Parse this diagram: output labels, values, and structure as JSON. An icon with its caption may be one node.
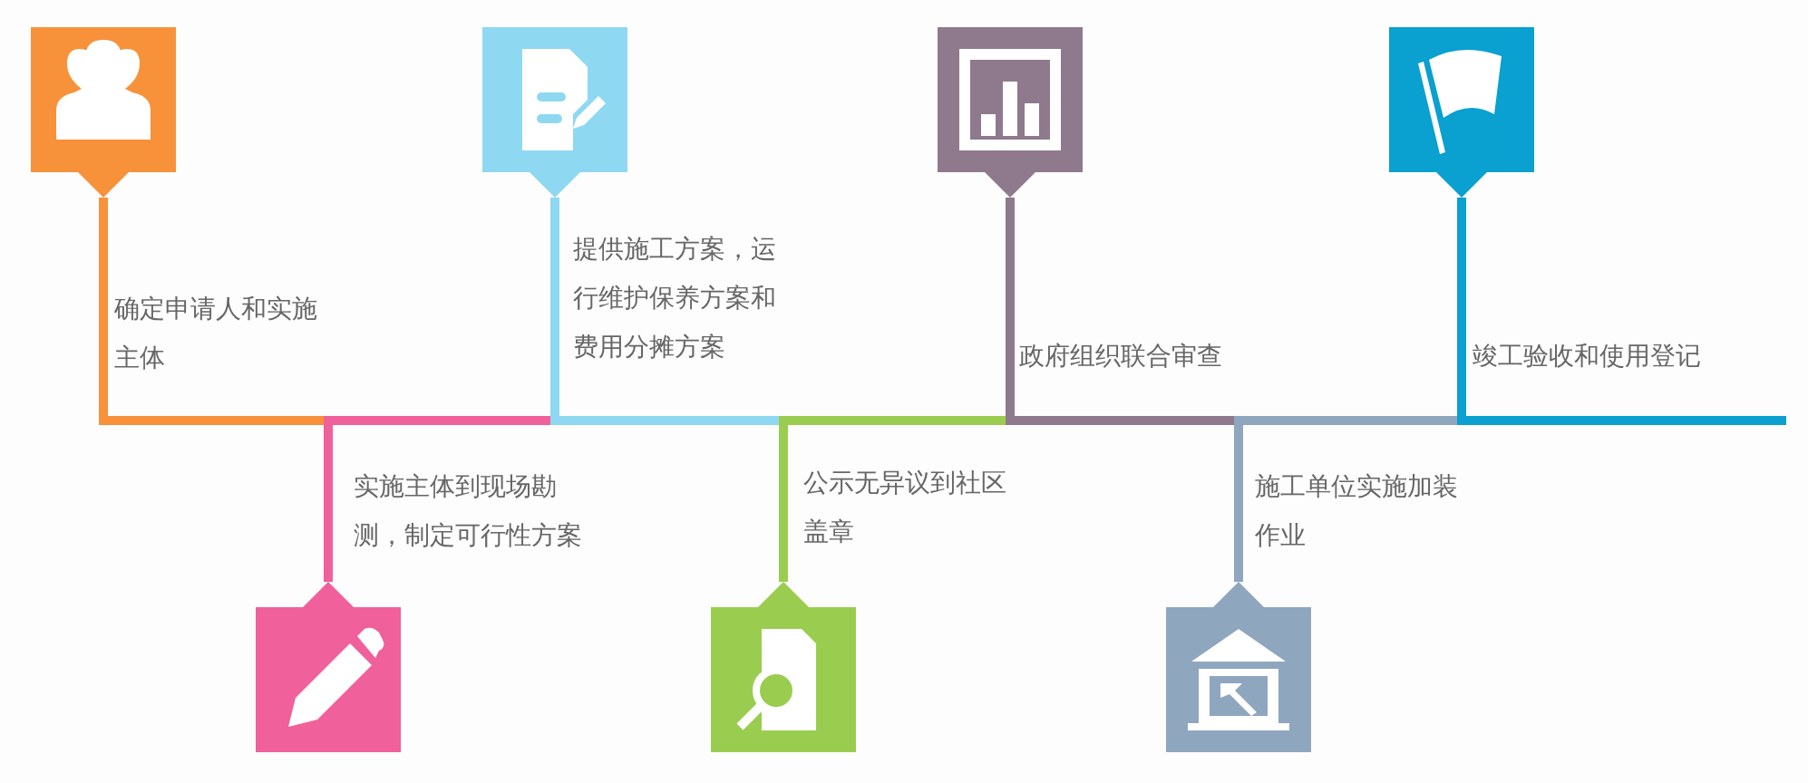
{
  "diagram": {
    "nodes": [
      {
        "text": [],
        "shape": "box",
        "beside": [
          "确定申请人和实施主体"
        ]
      },
      {
        "text": [],
        "shape": "box",
        "beside": [
          "实施主体到现场勘测，制定可行性方案"
        ]
      },
      {
        "text": [],
        "shape": "box",
        "beside": [
          "提供施工方案，运行维护保养方案和费用分摊方案"
        ]
      },
      {
        "text": [],
        "shape": "box",
        "beside": [
          "公示无异议到社区盖章"
        ]
      },
      {
        "text": [],
        "shape": "box"
      },
      {
        "text": [],
        "shape": "box",
        "beside": [
          "施工单位实施加装作业"
        ]
      },
      {
        "text": [],
        "shape": "box"
      }
    ],
    "labels": [
      "政府组织联合审查",
      "竣工验收和使用登记"
    ],
    "edges": [
      {
        "from": 0,
        "to": 1,
        "arrow": "none",
        "color": "#f7923a"
      },
      {
        "from": 1,
        "to": 2,
        "arrow": "none",
        "color": "#f0609b"
      },
      {
        "from": 2,
        "to": 3,
        "arrow": "none",
        "color": "#8fd8f2"
      },
      {
        "from": 3,
        "to": 4,
        "arrow": "none",
        "color": "#9acd4f"
      },
      {
        "from": 4,
        "to": 5,
        "arrow": "none",
        "color": "#8e7a8c"
      },
      {
        "from": 5,
        "to": 6,
        "arrow": "none",
        "color": "#8fa6bf"
      },
      {
        "from": 6,
        "to": null,
        "arrow": "none",
        "color": "#0aa0d0"
      }
    ]
  }
}
